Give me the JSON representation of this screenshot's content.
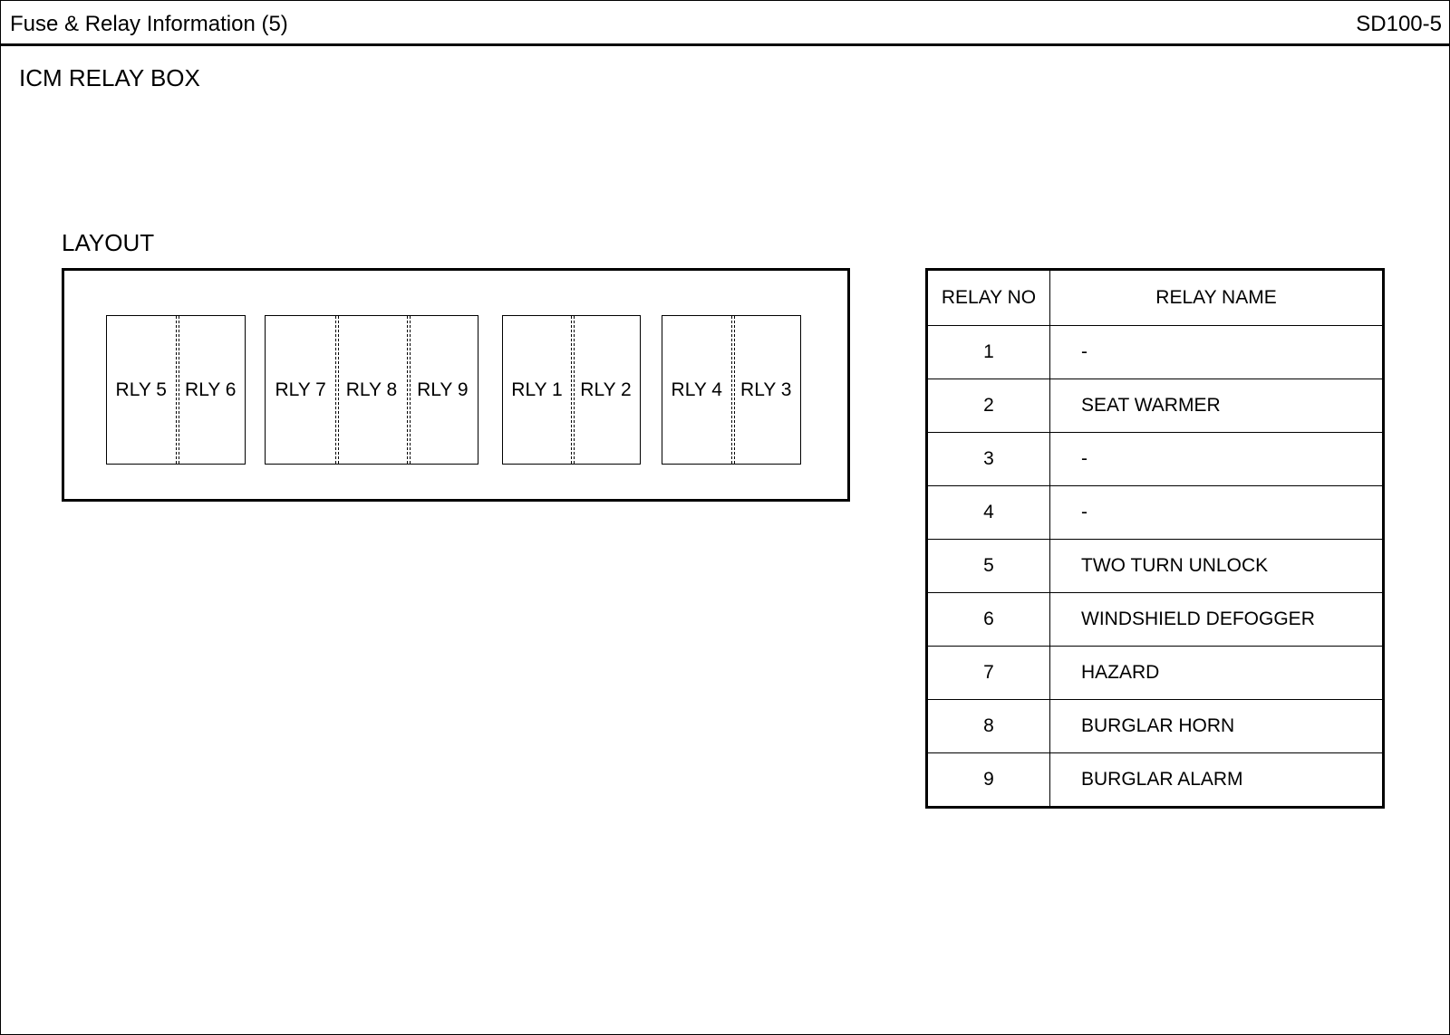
{
  "header": {
    "title": "Fuse & Relay Information (5)",
    "code": "SD100-5"
  },
  "section_title": "ICM RELAY BOX",
  "layout": {
    "label": "LAYOUT",
    "groups": [
      [
        "RLY 5",
        "RLY 6"
      ],
      [
        "RLY 7",
        "RLY 8",
        "RLY 9"
      ],
      [
        "RLY 1",
        "RLY 2"
      ],
      [
        "RLY 4",
        "RLY 3"
      ]
    ]
  },
  "table": {
    "col_no": "RELAY NO",
    "col_name": "RELAY  NAME",
    "rows": [
      {
        "no": "1",
        "name": "-"
      },
      {
        "no": "2",
        "name": "SEAT WARMER"
      },
      {
        "no": "3",
        "name": "-"
      },
      {
        "no": "4",
        "name": "-"
      },
      {
        "no": "5",
        "name": "TWO TURN UNLOCK"
      },
      {
        "no": "6",
        "name": "WINDSHIELD DEFOGGER"
      },
      {
        "no": "7",
        "name": "HAZARD"
      },
      {
        "no": "8",
        "name": "BURGLAR HORN"
      },
      {
        "no": "9",
        "name": "BURGLAR ALARM"
      }
    ]
  }
}
